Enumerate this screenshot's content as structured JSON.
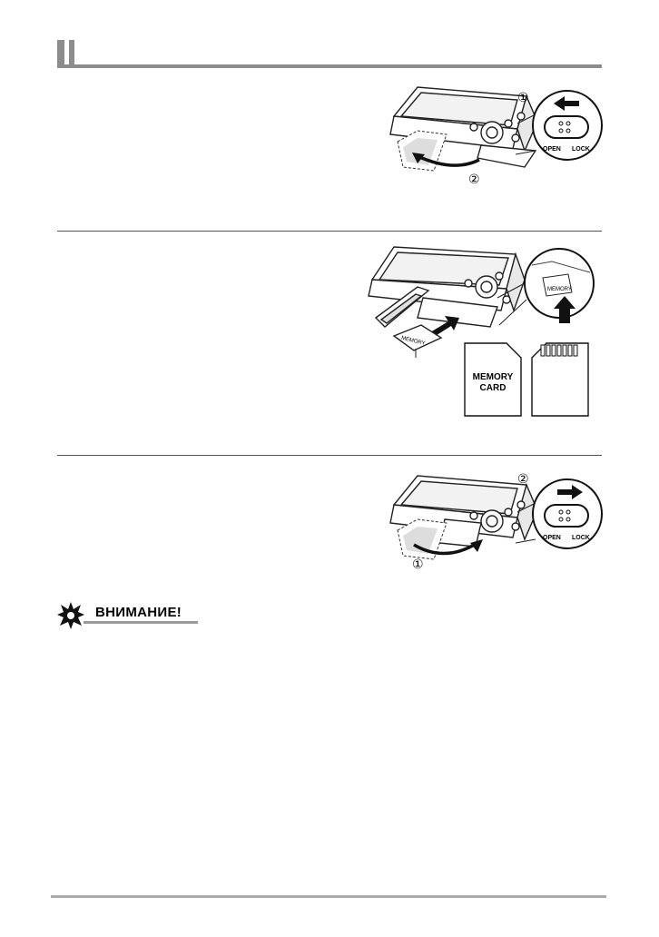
{
  "figure1": {
    "step_circled": "①",
    "step2_circled": "②",
    "switch_open": "OPEN",
    "switch_lock": "LOCK"
  },
  "figure2": {
    "card_inserted_label": "MEMORY",
    "card_loose_label": "MEMORY",
    "card_front_line1": "MEMORY",
    "card_front_line2": "CARD"
  },
  "figure3": {
    "step_circled": "①",
    "step2_circled": "②",
    "switch_open": "OPEN",
    "switch_lock": "LOCK"
  },
  "warning": {
    "label": "ВНИМАНИЕ!"
  }
}
